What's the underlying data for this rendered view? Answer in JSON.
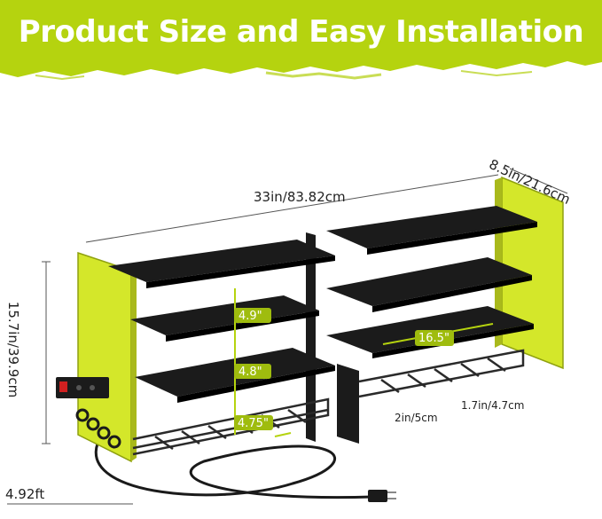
{
  "banner": {
    "title": "Product Size and Easy Installation",
    "color": "#b5d30f"
  },
  "dimensions": {
    "width": "33in/83.82cm",
    "depth": "8.5in/21.6cm",
    "height": "15.7in/39.9cm",
    "cord": "4.92ft",
    "shelf_gap_1": "4.9\"",
    "shelf_gap_2": "4.8\"",
    "shelf_gap_3": "4.75\"",
    "shelf_length": "16.5\"",
    "slot_gap": "2in/5cm",
    "slot_width": "1.7in/4.7cm"
  },
  "colors": {
    "side_panel": "#d4e72a",
    "shelf": "#1b1b1b",
    "accent": "#b5d30f"
  }
}
